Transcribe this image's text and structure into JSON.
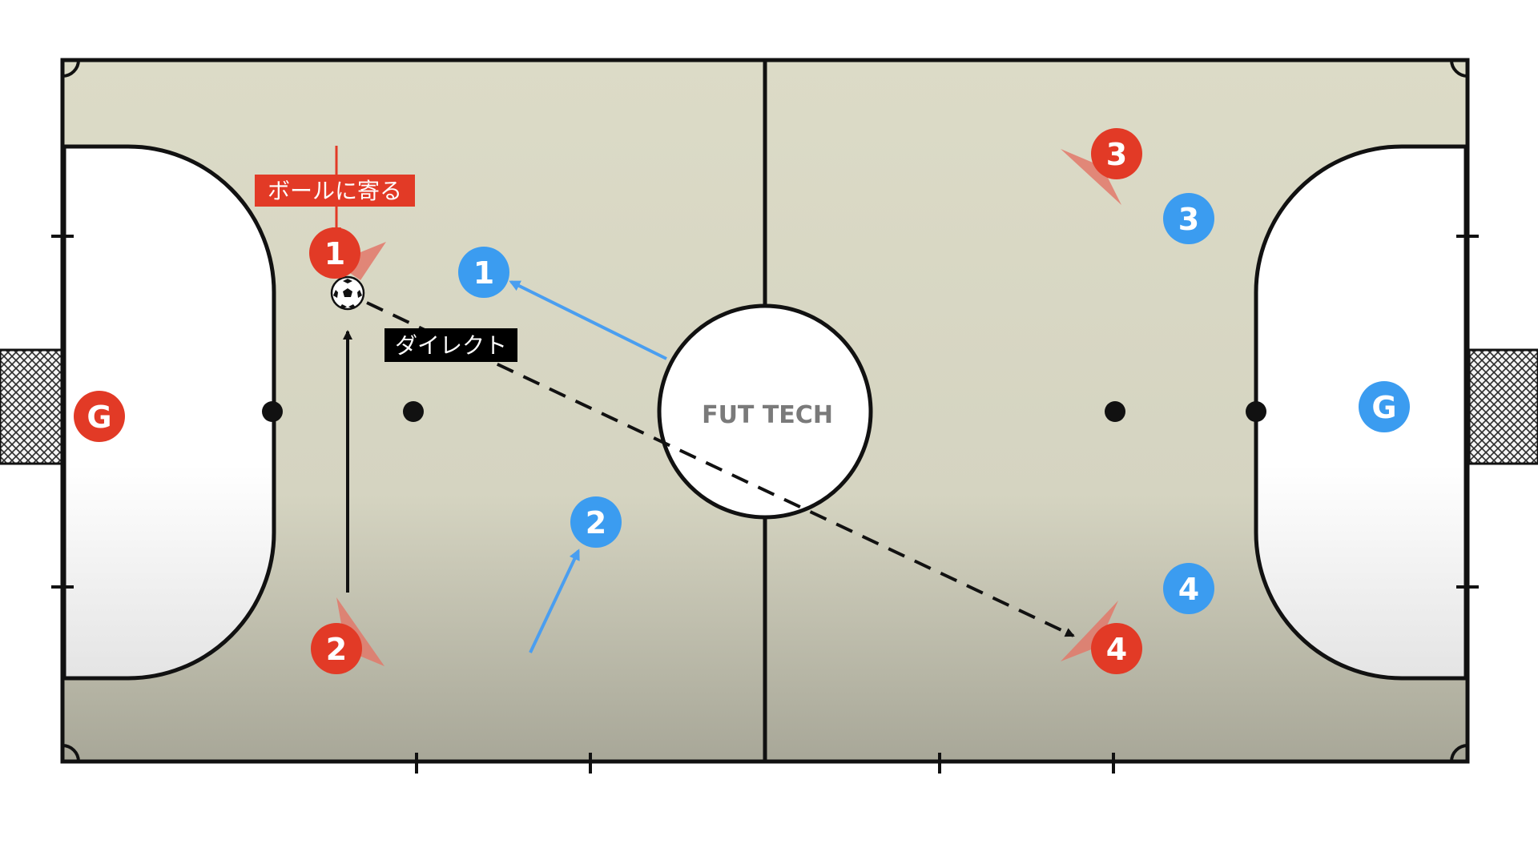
{
  "court": {
    "logo_text": "FUT TECH",
    "colors": {
      "floor": "#d9d8c5",
      "floor_bottom": "#a9a899",
      "lines": "#111111",
      "penalty_area": "#ffffff",
      "net": "#333333"
    }
  },
  "labels": {
    "move_to_ball": "ボールに寄る",
    "direct": "ダイレクト"
  },
  "colors": {
    "red_team": "#e23a26",
    "blue_team": "#3b9cf0",
    "red_label_bg": "#e23a26",
    "black_label_bg": "#000000",
    "blue_arrow": "#4a9ef0",
    "pass_line": "#111111"
  },
  "players": {
    "red_keeper": {
      "label": "G",
      "team": "red"
    },
    "blue_keeper": {
      "label": "G",
      "team": "blue"
    },
    "red": [
      {
        "label": "1"
      },
      {
        "label": "2"
      },
      {
        "label": "3"
      },
      {
        "label": "4"
      }
    ],
    "blue": [
      {
        "label": "1"
      },
      {
        "label": "2"
      },
      {
        "label": "3"
      },
      {
        "label": "4"
      }
    ]
  },
  "icons": {
    "ball": "soccer-ball-icon"
  }
}
